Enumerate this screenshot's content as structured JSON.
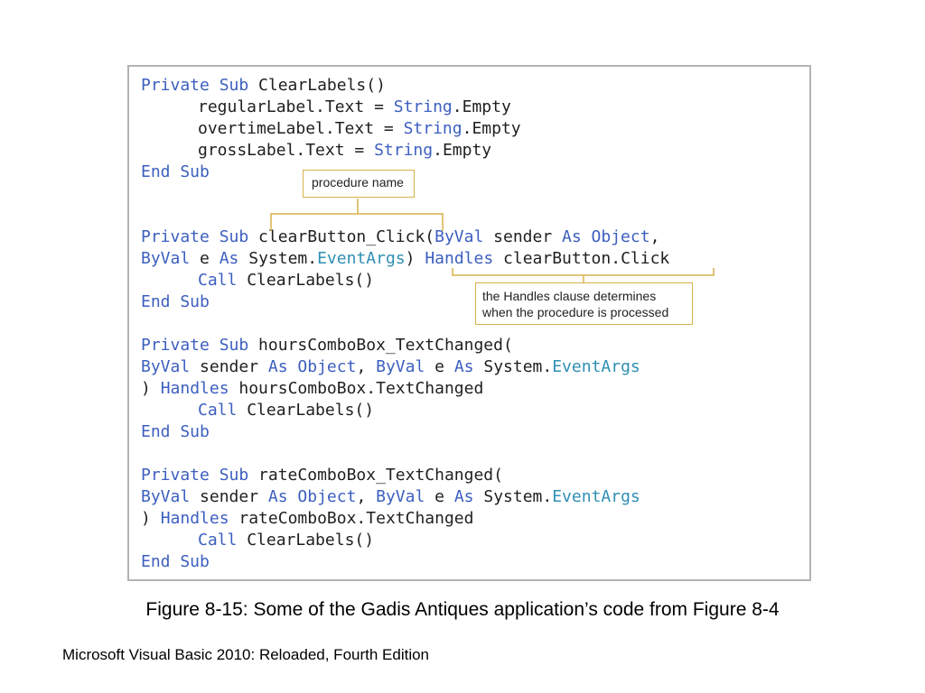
{
  "code": {
    "lines": [
      [
        {
          "t": "Private Sub ",
          "k": "kw"
        },
        {
          "t": "ClearLabels()",
          "k": "plain"
        }
      ],
      [
        {
          "t": "regularLabel.Text = ",
          "k": "plain"
        },
        {
          "t": "String",
          "k": "kw"
        },
        {
          "t": ".Empty",
          "k": "plain"
        }
      ],
      [
        {
          "t": "overtimeLabel.Text = ",
          "k": "plain"
        },
        {
          "t": "String",
          "k": "kw"
        },
        {
          "t": ".Empty",
          "k": "plain"
        }
      ],
      [
        {
          "t": "grossLabel.Text = ",
          "k": "plain"
        },
        {
          "t": "String",
          "k": "kw"
        },
        {
          "t": ".Empty",
          "k": "plain"
        }
      ],
      [
        {
          "t": "End Sub",
          "k": "kw"
        }
      ],
      [
        {
          "t": "Private Sub ",
          "k": "kw"
        },
        {
          "t": "clearButton_Click(",
          "k": "plain"
        },
        {
          "t": "ByVal",
          "k": "kw"
        },
        {
          "t": " sender ",
          "k": "plain"
        },
        {
          "t": "As Object",
          "k": "kw"
        },
        {
          "t": ",",
          "k": "plain"
        }
      ],
      [
        {
          "t": "ByVal",
          "k": "kw"
        },
        {
          "t": " e ",
          "k": "plain"
        },
        {
          "t": "As",
          "k": "kw"
        },
        {
          "t": " System.",
          "k": "plain"
        },
        {
          "t": "EventArgs",
          "k": "type"
        },
        {
          "t": ") ",
          "k": "plain"
        },
        {
          "t": "Handles",
          "k": "kw"
        },
        {
          "t": " clearButton.Click",
          "k": "plain"
        }
      ],
      [
        {
          "t": "Call",
          "k": "kw"
        },
        {
          "t": " ClearLabels()",
          "k": "plain"
        }
      ],
      [
        {
          "t": "End Sub",
          "k": "kw"
        }
      ],
      [
        {
          "t": "Private Sub ",
          "k": "kw"
        },
        {
          "t": "hoursComboBox_TextChanged(",
          "k": "plain"
        }
      ],
      [
        {
          "t": "ByVal",
          "k": "kw"
        },
        {
          "t": " sender ",
          "k": "plain"
        },
        {
          "t": "As Object",
          "k": "kw"
        },
        {
          "t": ", ",
          "k": "plain"
        },
        {
          "t": "ByVal",
          "k": "kw"
        },
        {
          "t": " e ",
          "k": "plain"
        },
        {
          "t": "As",
          "k": "kw"
        },
        {
          "t": " System.",
          "k": "plain"
        },
        {
          "t": "EventArgs",
          "k": "type"
        }
      ],
      [
        {
          "t": ") ",
          "k": "plain"
        },
        {
          "t": "Handles",
          "k": "kw"
        },
        {
          "t": " hoursComboBox.TextChanged",
          "k": "plain"
        }
      ],
      [
        {
          "t": "Call",
          "k": "kw"
        },
        {
          "t": " ClearLabels()",
          "k": "plain"
        }
      ],
      [
        {
          "t": "End Sub",
          "k": "kw"
        }
      ],
      [
        {
          "t": "Private Sub ",
          "k": "kw"
        },
        {
          "t": "rateComboBox_TextChanged(",
          "k": "plain"
        }
      ],
      [
        {
          "t": "ByVal",
          "k": "kw"
        },
        {
          "t": " sender ",
          "k": "plain"
        },
        {
          "t": "As Object",
          "k": "kw"
        },
        {
          "t": ", ",
          "k": "plain"
        },
        {
          "t": "ByVal",
          "k": "kw"
        },
        {
          "t": " e ",
          "k": "plain"
        },
        {
          "t": "As",
          "k": "kw"
        },
        {
          "t": " System.",
          "k": "plain"
        },
        {
          "t": "EventArgs",
          "k": "type"
        }
      ],
      [
        {
          "t": ") ",
          "k": "plain"
        },
        {
          "t": "Handles",
          "k": "kw"
        },
        {
          "t": " rateComboBox.TextChanged",
          "k": "plain"
        }
      ],
      [
        {
          "t": "Call",
          "k": "kw"
        },
        {
          "t": " ClearLabels()",
          "k": "plain"
        }
      ],
      [
        {
          "t": "End Sub",
          "k": "kw"
        }
      ]
    ]
  },
  "callouts": {
    "procedure_name": "procedure name",
    "handles_line1": "the Handles clause determines",
    "handles_line2": "when the procedure is processed"
  },
  "caption": "Figure 8-15: Some of the Gadis Antiques application’s code from Figure 8-4",
  "footer": "Microsoft Visual Basic 2010: Reloaded, Fourth Edition",
  "colors": {
    "keyword": "#3c5fbf",
    "type": "#2f8fb3",
    "callout_border": "#d9b24a",
    "frame_border": "#b3b3b3"
  }
}
